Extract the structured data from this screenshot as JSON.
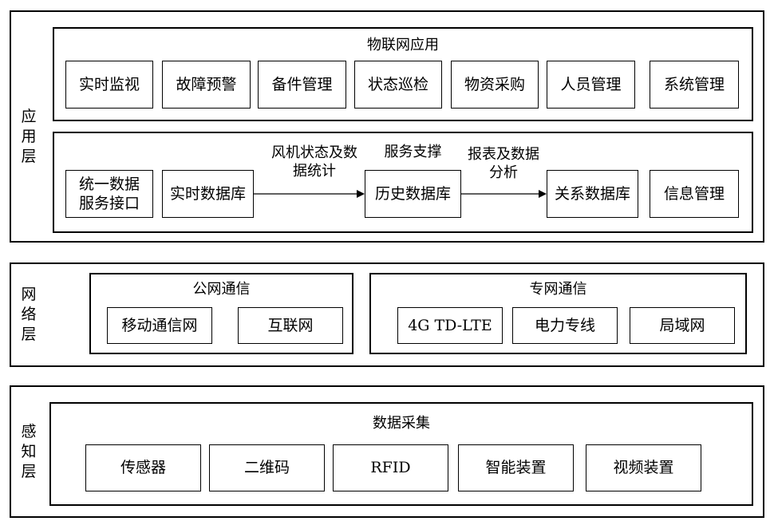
{
  "layers": {
    "application": {
      "label": "应用层",
      "app_group": {
        "title": "物联网应用",
        "items": [
          "实时监视",
          "故障预警",
          "备件管理",
          "状态巡检",
          "物资采购",
          "人员管理",
          "系统管理"
        ]
      },
      "data_group": {
        "unified_interface": "统一数据服务接口",
        "realtime_db": "实时数据库",
        "history_db": "历史数据库",
        "relational_db": "关系数据库",
        "info_mgmt": "信息管理",
        "arrow1_label": "风机状态及数据统计",
        "service_label": "服务支撑",
        "arrow2_label": "报表及数据分析"
      }
    },
    "network": {
      "label": "网络层",
      "public": {
        "title": "公网通信",
        "items": [
          "移动通信网",
          "互联网"
        ]
      },
      "private": {
        "title": "专网通信",
        "items": [
          "4G TD-LTE",
          "电力专线",
          "局域网"
        ]
      }
    },
    "perception": {
      "label": "感知层",
      "group": {
        "title": "数据采集",
        "items": [
          "传感器",
          "二维码",
          "RFID",
          "智能装置",
          "视频装置"
        ]
      }
    }
  }
}
